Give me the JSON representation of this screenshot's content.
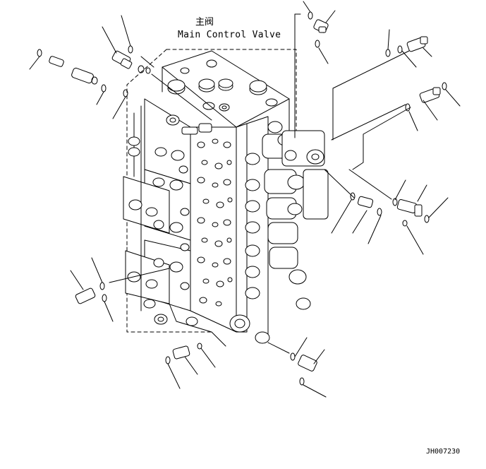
{
  "title_cn": "主阀",
  "title_en": "Main Control Valve",
  "drawing_number": "JH007230"
}
